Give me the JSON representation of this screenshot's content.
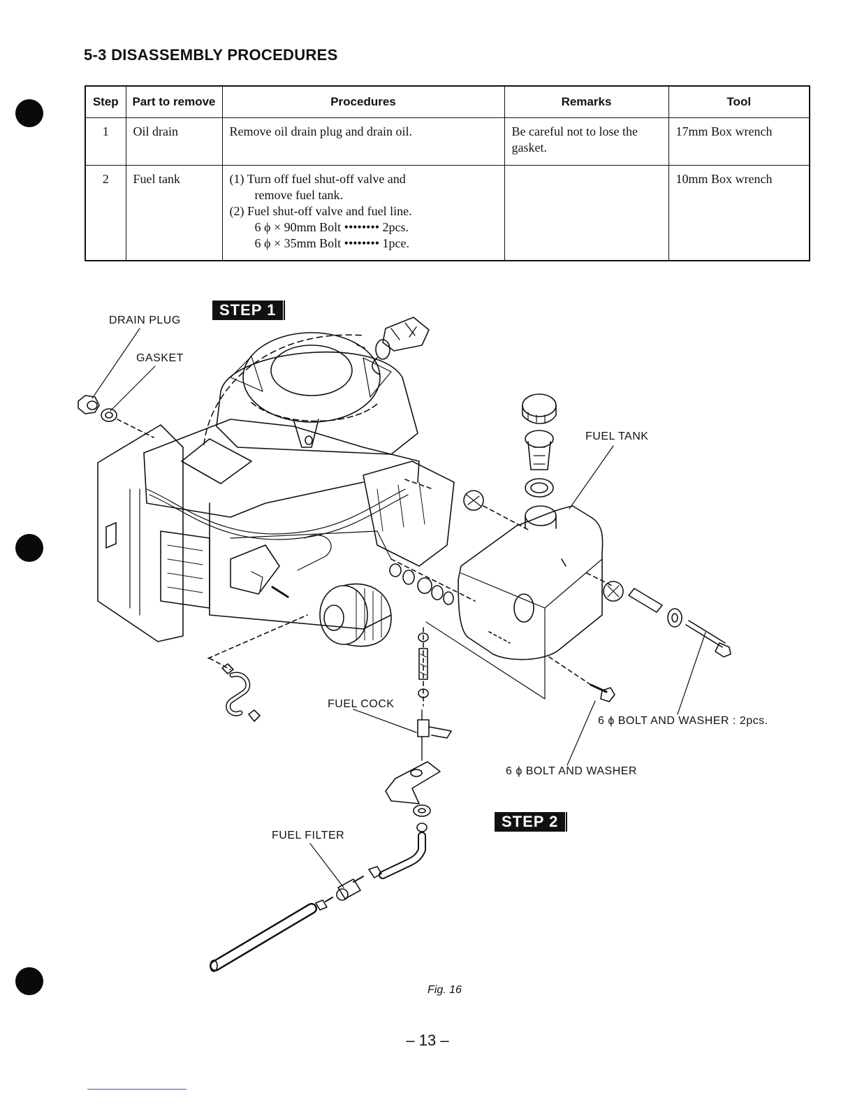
{
  "heading": "5-3 DISASSEMBLY PROCEDURES",
  "table": {
    "headers": [
      "Step",
      "Part to remove",
      "Procedures",
      "Remarks",
      "Tool"
    ],
    "rows": [
      {
        "step": "1",
        "part": "Oil drain",
        "procedures": [
          "Remove oil drain plug and drain oil."
        ],
        "remarks": "Be careful not to lose the gasket.",
        "tool": "17mm Box wrench"
      },
      {
        "step": "2",
        "part": "Fuel tank",
        "procedures": [
          "(1) Turn off fuel shut-off valve and",
          "remove fuel tank.",
          "(2) Fuel shut-off valve and fuel line.",
          "6 ϕ × 90mm Bolt •••••••• 2pcs.",
          "6 ϕ × 35mm Bolt •••••••• 1pce."
        ],
        "remarks": "",
        "tool": "10mm Box wrench"
      }
    ]
  },
  "figure": {
    "step1_badge": "STEP 1",
    "step2_badge": "STEP 2",
    "labels": {
      "drain_plug": "DRAIN PLUG",
      "gasket": "GASKET",
      "fuel_tank": "FUEL TANK",
      "fuel_cock": "FUEL COCK",
      "bolt_washer_2pcs": "6 ϕ BOLT AND WASHER : 2pcs.",
      "bolt_washer": "6 ϕ BOLT AND WASHER",
      "fuel_filter": "FUEL FILTER"
    },
    "caption": "Fig. 16"
  },
  "page_number": "– 13 –"
}
